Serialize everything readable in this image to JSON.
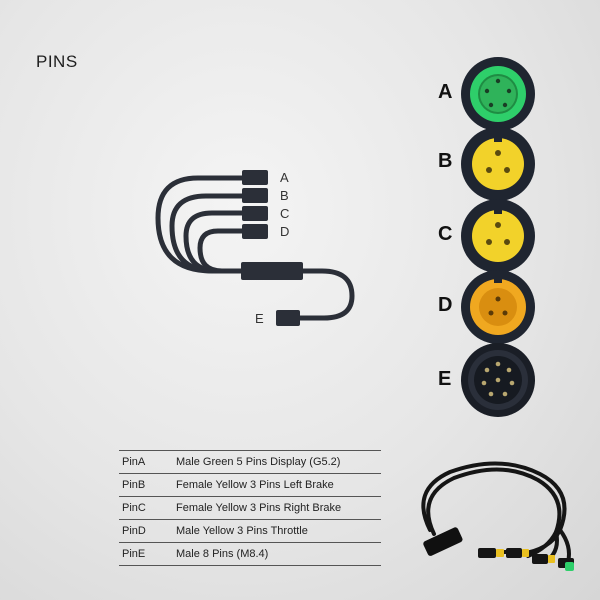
{
  "title": "PINS",
  "diagram_labels": {
    "a": "A",
    "b": "B",
    "c": "C",
    "d": "D",
    "e": "E"
  },
  "connectors": [
    {
      "label": "A",
      "color": "#2ecf6a",
      "pins": 5,
      "gender": "male"
    },
    {
      "label": "B",
      "color": "#f2d22a",
      "pins": 3,
      "gender": "female"
    },
    {
      "label": "C",
      "color": "#f2d22a",
      "pins": 3,
      "gender": "female"
    },
    {
      "label": "D",
      "color": "#f0a820",
      "pins": 3,
      "gender": "male"
    },
    {
      "label": "E",
      "color": "#2a2f3a",
      "pins": 8,
      "gender": "male"
    }
  ],
  "table": [
    {
      "pin": "PinA",
      "desc": "Male Green 5 Pins Display  (G5.2)"
    },
    {
      "pin": "PinB",
      "desc": "Female Yellow 3 Pins Left Brake"
    },
    {
      "pin": "PinC",
      "desc": "Female Yellow 3 Pins Right Brake"
    },
    {
      "pin": "PinD",
      "desc": "Male Yellow 3 Pins Throttle"
    },
    {
      "pin": "PinE",
      "desc": "Male 8 Pins  (M8.4)"
    }
  ]
}
